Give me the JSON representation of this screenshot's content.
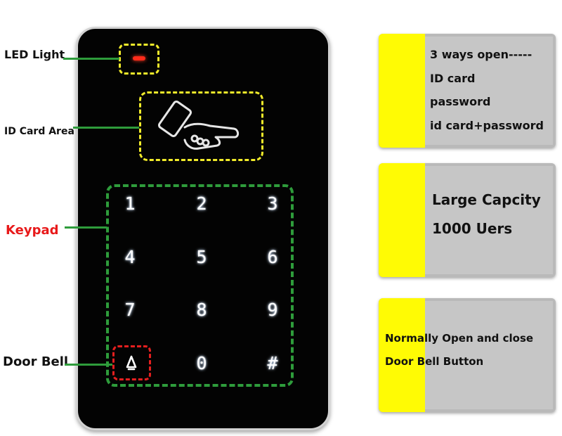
{
  "labels": {
    "led_light": "LED Light",
    "id_card_area": "ID Card Area",
    "keypad": "Keypad",
    "door_bell": "Door Bell"
  },
  "keypad": {
    "keys": [
      "1",
      "2",
      "3",
      "4",
      "5",
      "6",
      "7",
      "8",
      "9",
      "bell",
      "0",
      "#"
    ]
  },
  "panels": {
    "open_ways": {
      "lines": [
        "3 ways open-----",
        "ID card",
        "password",
        "id card+password"
      ]
    },
    "capacity": {
      "lines": [
        "Large Capcity",
        "1000 Uers"
      ]
    },
    "door_bell": {
      "lines": [
        "Normally Open and close",
        "Door Bell Button"
      ]
    }
  },
  "colors": {
    "led_frame": "#f2ec2a",
    "keypad_frame": "#2e9c3b",
    "bell_frame": "#e51f1f",
    "panel_stripe": "#fffb04",
    "panel_body": "#c6c6c6",
    "keypad_label": "#e8191a"
  }
}
